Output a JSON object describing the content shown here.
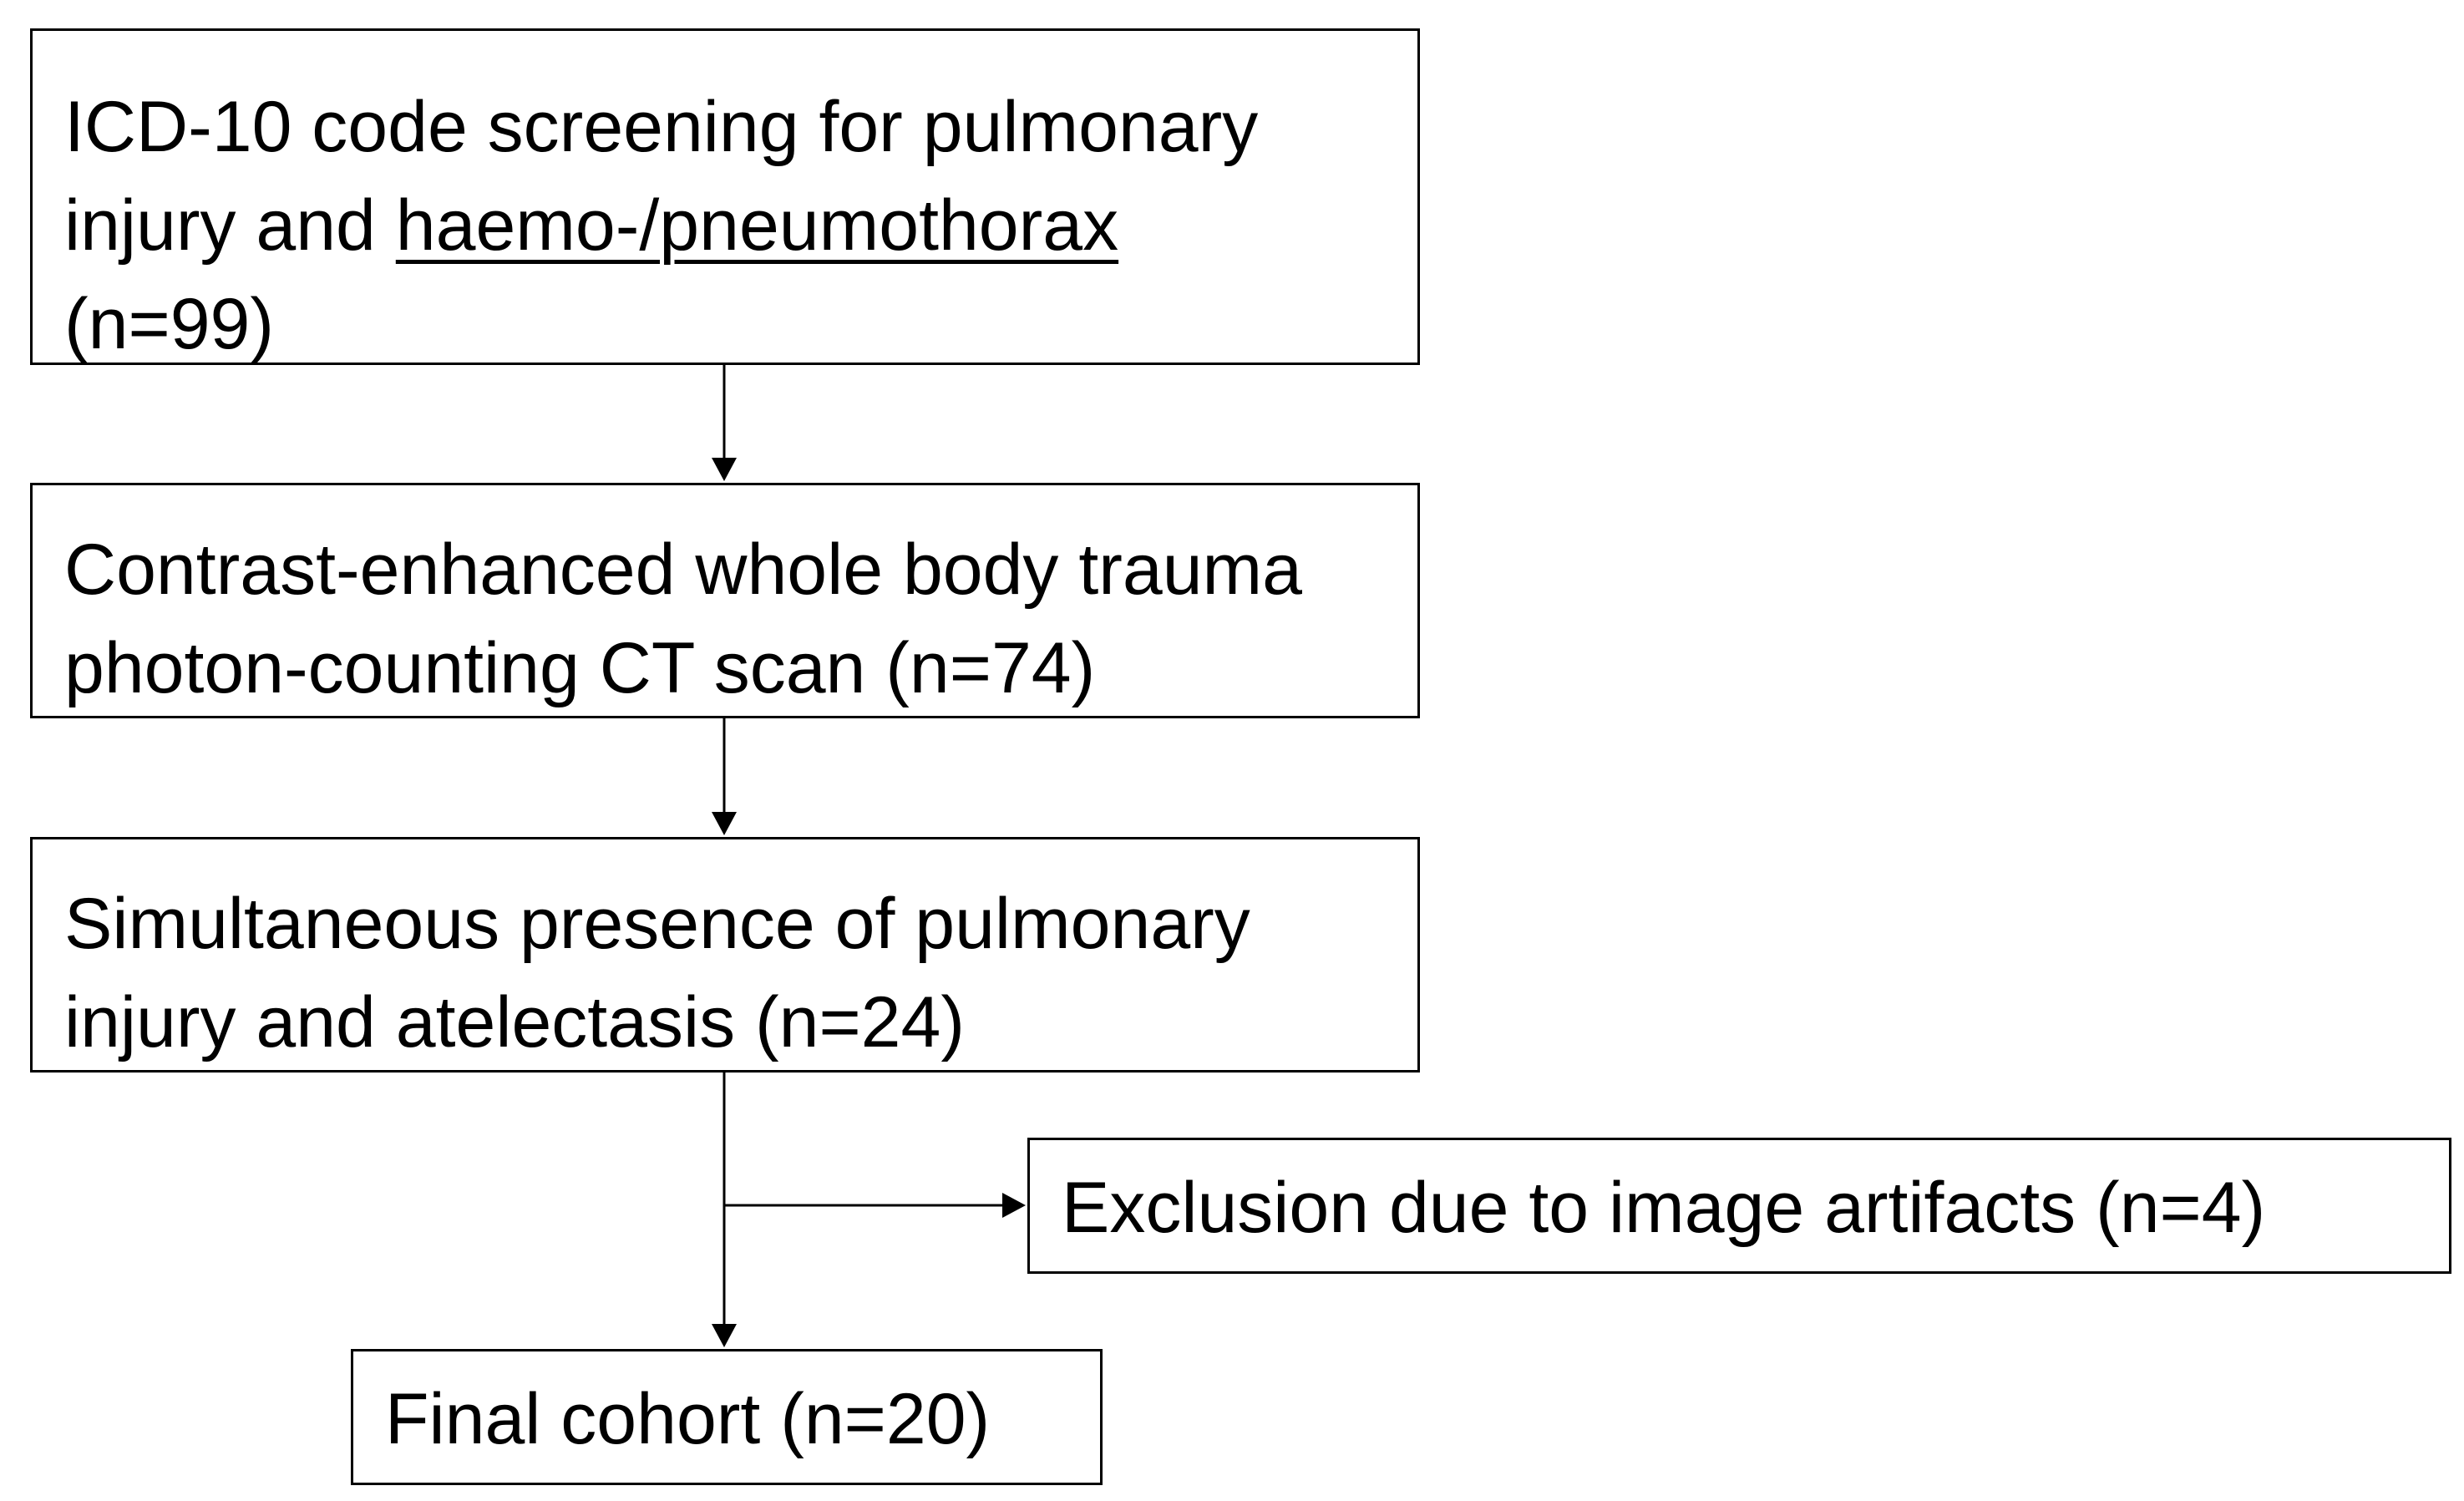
{
  "flowchart": {
    "step1": {
      "line1": "ICD-10 code screening for pulmonary",
      "line2_prefix": "injury and ",
      "line2_underlined": "haemo-/pneumothorax",
      "line3": "(n=99)"
    },
    "step2": {
      "line1": "Contrast-enhanced whole body trauma",
      "line2": "photon-counting CT scan (n=74)"
    },
    "step3": {
      "line1": "Simultaneous presence of pulmonary",
      "line2": "injury and atelectasis (n=24)"
    },
    "exclusion": {
      "text": "Exclusion due to image artifacts (n=4)"
    },
    "final": {
      "text": "Final cohort (n=20)"
    }
  },
  "colors": {
    "stroke": "#000000",
    "background": "#ffffff"
  }
}
